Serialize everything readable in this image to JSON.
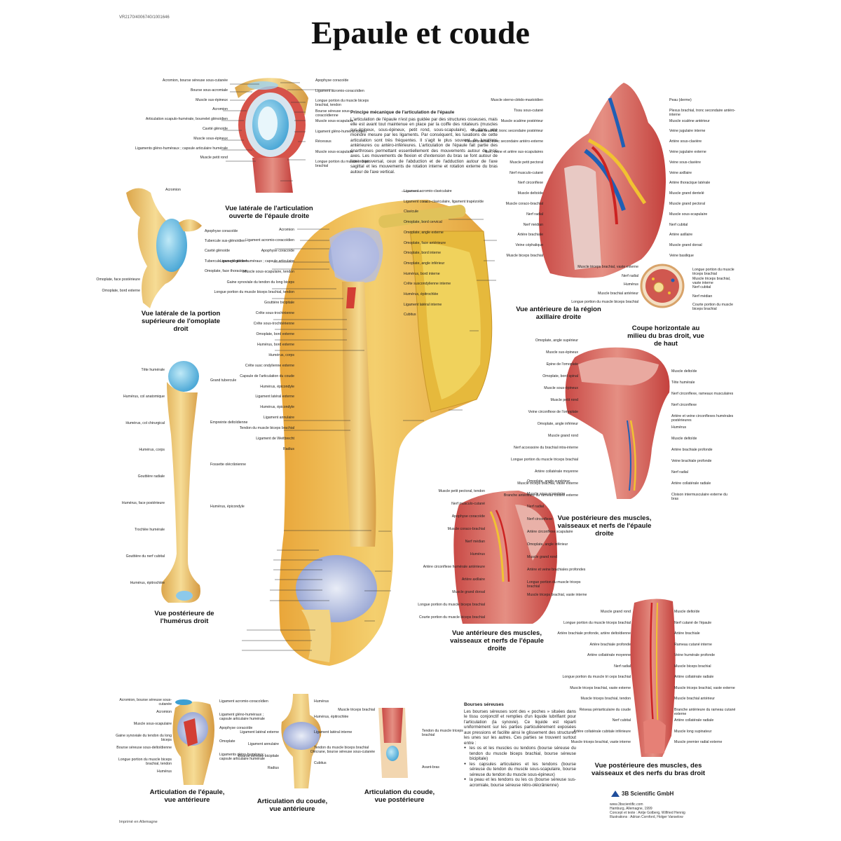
{
  "code": "VR2170/4006740/1001646",
  "title": "Epaule et coude",
  "captions": {
    "lateral_open": "Vue latérale de l'articulation ouverte de l'épaule droite",
    "scapula_top": "Vue latérale de la portion supérieure de l'omoplate droit",
    "axillary": "Vue antérieure de la région axillaire droite",
    "cross_section": "Coupe horizontale au milieu du bras droit, vue de haut",
    "humerus_post": "Vue postérieure de l'humérus droit",
    "posterior_shoulder": "Vue postérieure des muscles, vaisseaux et nerfs de l'épaule droite",
    "anterior_shoulder": "Vue antérieure des muscles, vaisseaux et nerfs de l'épaule droite",
    "posterior_arm": "Vue postérieure des muscles, des vaisseaux et des nerfs du bras droit",
    "shoulder_joint_ant": "Articulation de l'épaule, vue antérieure",
    "elbow_ant": "Articulation du coude, vue antérieure",
    "elbow_post": "Articulation du coude, vue postérieure"
  },
  "principle": {
    "heading": "Principe mécanique de l'articulation de l'épaule",
    "body": "L'articulation de l'épaule n'est pas guidée par des structures osseuses, mais elle est avant tout maintenue en place par la coiffe des rotateurs (muscles sus-épineux, sous-épineux, petit rond, sous-scapulaire), et dans une moindre mesure par les ligaments. Par conséquent, les luxations de cette articulation sont très fréquentes. Il s'agit le plus souvent de luxations antérieures ou antéro-inférieures. L'articulation de l'épaule fait partie des énarthroses permettant essentiellement des mouvements autour de trois axes. Les mouvements de flexion et d'extension du bras se font autour de l'axe transversal, ceux de l'abduction et de l'adduction autour de l'axe sagittal et les mouvements de rotation interne et rotation externe du bras autour de l'axe vertical."
  },
  "bourses": {
    "heading": "Bourses séreuses",
    "body": "Les bourses séreuses sont des « poches » situées dans le tissu conjonctif et remplies d'un liquide lubrifiant pour l'articulation (la synovie). Ce liquide est réparti uniformément sur les parties particulièrement exposées aux pressions et facilite ainsi le glissement des structures les unes sur les autres. Ces parties se trouvent surtout entre :",
    "items": [
      "les os et les muscles ou tendons (bourse séreuse du tendon du muscle biceps brachial, bourse séreuse bicipitale)",
      "les capsules articulaires et les tendons (bourse séreuse du tendon du muscle sous-scapulaire, bourse séreuse du tendon du muscle sous-épineux)",
      "la peau et les tendons ou les os (bourse séreuse sus-acromiale, bourse séreuse rétro-olécrânienne)"
    ]
  },
  "labels": {
    "lateral_open": {
      "left": [
        "Acromion, bourse séreuse sous-cutanée",
        "Bourse sous-acromiale",
        "Muscle sus-épineux",
        "Acromion",
        "Articulation scapulo-humérale, bourrelet glénoïdien",
        "Cavité glénoïde",
        "Muscle sous-épineux",
        "Ligaments gléno-huméraux ; capsule articulaire humérale",
        "Muscle petit rond"
      ],
      "right": [
        "Apophyse coracoïde",
        "Ligament acromio-coracoïdien",
        "Longue portion du muscle biceps brachial, tendon",
        "Bourse séreuse sous-coracoïdienne",
        "Muscle sous-scapulaire",
        "Ligament gléno-huméral moyen",
        "Récessus",
        "Muscle sous-scapulaire",
        "Longue portion du muscle triceps brachial"
      ]
    },
    "scapula_top": {
      "top": "Acromion",
      "right": [
        "Apophyse coracoïde",
        "Tubercule sus-glénoïdien",
        "Cavité glénoïde",
        "Tubercule sous-glénoïdien",
        "Omoplate, face thoracique"
      ],
      "left": [
        "Omoplate, face postérieure",
        "Omoplate, bord externe"
      ]
    },
    "main": {
      "left": [
        "Acromion",
        "Ligament acromio-coracoïdien",
        "Apophyse coracoïde",
        "Ligament gléno-huméraux ; capsule articulaire",
        "Muscle sous-scapulaire, tendon",
        "Gaine synoviale du tendon du long biceps",
        "Longue portion du muscle biceps brachial, tendon",
        "Gouttière bicipitale",
        "Crête sous-trochinienne",
        "Crête sous-trochitérienne",
        "Omoplate, bord externe",
        "Humérus, bord externe",
        "Humérus, corps",
        "Crête susc ondylienne externe",
        "Capsule de l'articulation du coude",
        "Humérus, épicondyle",
        "Ligament latéral externe",
        "Humérus, épicondyle",
        "Ligament annulaire",
        "Tendon du muscle biceps brachial",
        "Ligament de Weitbrecht",
        "Radius"
      ],
      "right": [
        "Ligament acromio-claviculaire",
        "Ligament coraco-claviculaire, ligament trapézoïde",
        "Clavicule",
        "Omoplate, bord cervical",
        "Omoplate, angle externe",
        "Omoplate, face antérieure",
        "Omoplate, bord interne",
        "Omoplate, angle inférieur",
        "Humérus, bord interne",
        "Crête suscondylienne interne",
        "Humérus, épitrochlée",
        "Ligament latéral interne",
        "Cubitus"
      ]
    },
    "axillary": {
      "left": [
        "Muscle sterno-cléido-mastoïdien",
        "Tissu sous-cutané",
        "Muscle scalène postérieur",
        "Plexus brachial, tronc secondaire postérieur",
        "Plexus brachial, tronc secondaire antéro-externe",
        "Nerf, veine et artère sus-scapulaires",
        "Muscle petit pectoral",
        "Nerf musculo-cutané",
        "Nerf circonflexe",
        "Muscle deltoïde",
        "Muscle coraco-brachial",
        "Nerf radial",
        "Nerf médian",
        "Artère brachiale",
        "Veine céphalique",
        "Muscle biceps brachial"
      ],
      "right": [
        "Peau (derme)",
        "Plexus brachial, tronc secondaire antéro-interne",
        "Muscle scalène antérieur",
        "Veine jugulaire interne",
        "Artère sous-clavière",
        "Veine jugulaire externe",
        "Veine sous-clavière",
        "Veine axillaire",
        "Artère thoracique latérale",
        "Muscle grand dentelé",
        "Muscle grand pectoral",
        "Muscle sous-scapulaire",
        "Nerf cubital",
        "Artère axillaire",
        "Muscle grand dorsal",
        "Veine basilique"
      ]
    },
    "cross_section": {
      "left": [
        "Muscle triceps brachial, vaste externe",
        "Nerf radial",
        "Humérus",
        "Muscle brachial antérieur",
        "Longue portion du muscle biceps brachial"
      ],
      "right": [
        "Longue portion du muscle triceps brachial",
        "Muscle triceps brachial, vaste interne",
        "Nerf cubital",
        "Nerf médian",
        "Courte portion du muscle biceps brachial"
      ]
    },
    "humerus_post": {
      "left": [
        "Tête humérale",
        "Humérus, col anatomique",
        "Humérus, col chirurgical",
        "Humérus, corps",
        "Gouttière radiale",
        "Humérus, face postérieure",
        "Trochlée humérale",
        "Gouttière du nerf cubital",
        "Humérus, épitrochlée"
      ],
      "right": [
        "Grand tubercule",
        "Empreinte deltoïdienne",
        "Fossette olécrânienne",
        "Humérus, épicondyle"
      ]
    },
    "posterior_shoulder": {
      "left": [
        "Omoplate, angle supérieur",
        "Muscle sus-épineux",
        "Epine de l'omoplate",
        "Omoplate, bord spinal",
        "Muscle sous-épineux",
        "Muscle petit rond",
        "Veine circonflexe de l'omoplate",
        "Omoplate, angle inférieur",
        "Muscle grand rond",
        "Nerf accessoire du brachial intra-interne",
        "Longue portion du muscle triceps brachial",
        "Artère collatérale moyenne",
        "Muscle triceps brachial, vaste externe",
        "Branche antérieure du rameau cutané externe"
      ],
      "right": [
        "Muscle deltoïde",
        "Tête humérale",
        "Nerf circonflexe, rameaux musculaires",
        "Nerf circonflexe",
        "Artère et veine circonflexes humérales postérieures",
        "Humérus",
        "Muscle deltoïde",
        "Artère brachiale profonde",
        "Veine brachiale profonde",
        "Nerf radial",
        "Artère collatérale radiale",
        "Cloison intermusculaire externe du bras"
      ]
    },
    "anterior_shoulder": {
      "left": [
        "Muscle petit pectoral, tendon",
        "Nerf musculo-cutané",
        "Apophyse coracoïde",
        "Muscle coraco-brachial",
        "Nerf médian",
        "Humérus",
        "Artère circonflexe humérale antérieure",
        "Artère axillaire",
        "Muscle grand dorsal",
        "Longue portion du muscle biceps brachial",
        "Courte portion du muscle biceps brachial"
      ],
      "right": [
        "Omoplate, angle supérieur",
        "Muscle sous-scapulaire",
        "Nerf radial",
        "Nerf circonflexe",
        "Artère circonflexe scapulaire",
        "Omoplate, angle inférieur",
        "Muscle grand rond",
        "Artère et veine brachiales profondes",
        "Longue portion du muscle triceps brachial",
        "Muscle triceps brachial, vaste interne"
      ]
    },
    "posterior_arm": {
      "left": [
        "Muscle grand rond",
        "Longue portion du muscle triceps brachial",
        "Artère brachiale profonde, artère deltoïdienne",
        "Artère brachiale profonde",
        "Artère collatérale moyenne",
        "Nerf radial",
        "Longue portion du muscle tri ceps brachial",
        "Muscle triceps brachial, vaste externe",
        "Muscle triceps brachial, tendon",
        "Réseau périarticulaire du coude",
        "Nerf cubital",
        "Artère collatérale cubitale inférieure",
        "Muscle triceps brachial, vaste interne"
      ],
      "right": [
        "Muscle deltoïde",
        "Nerf cutané de l'épaule",
        "Artère brachiale",
        "Rameau cutané interne",
        "Veine humérale profonde",
        "Muscle biceps brachial",
        "Artère collatérale radiale",
        "Muscle triceps brachial, vaste externe",
        "Muscle brachial antérieur",
        "Branche antérieure du rameau cutané externe",
        "Artère collatérale radiale",
        "Muscle long supinateur",
        "Muscle premier radial externe"
      ]
    },
    "shoulder_joint_ant": {
      "left": [
        "Acromion, bourse séreuse sous-cutanée",
        "Acromion",
        "Muscle sous-scapulaire",
        "Gaine synoviale du tendon du long biceps",
        "Bourse séreuse sous-deltoïdienne",
        "Longue portion du muscle biceps brachial, tendon",
        "Humérus"
      ],
      "right": [
        "Ligament acromio-coracoïdien",
        "Ligament gléno-huméraux ; capsule articulaire humérale",
        "Apophyse coracoïde",
        "Omoplate",
        "Ligaments gléno-huméraux ; capsule articulaire humérale"
      ]
    },
    "elbow_ant": {
      "left": [
        "Ligament latéral externe",
        "Ligament annulaire",
        "Bourse séreuse bicipitale",
        "Radius"
      ],
      "right": [
        "Humérus",
        "Humérus, épitrochlée",
        "Ligament latéral interne",
        "Tendon du muscle biceps brachial",
        "Cubitus"
      ]
    },
    "elbow_post": {
      "left": [
        "Muscle triceps brachial",
        "Olécrane, bourse séreuse sous-cutanée"
      ],
      "right": [
        "Tendon du muscle triceps brachial",
        "Avant-bras"
      ]
    }
  },
  "footer": {
    "imprint": "Imprimé en Allemagne",
    "brand": "3B Scientific GmbH",
    "credits": [
      "www.3bscientific.com",
      "Hamburg, Allemagne, 1999",
      "Concept et texte : Antje Gotberg, Wilfried Hennig",
      "Illustrations : Adrian Cornford, Holger Vanselow"
    ]
  }
}
